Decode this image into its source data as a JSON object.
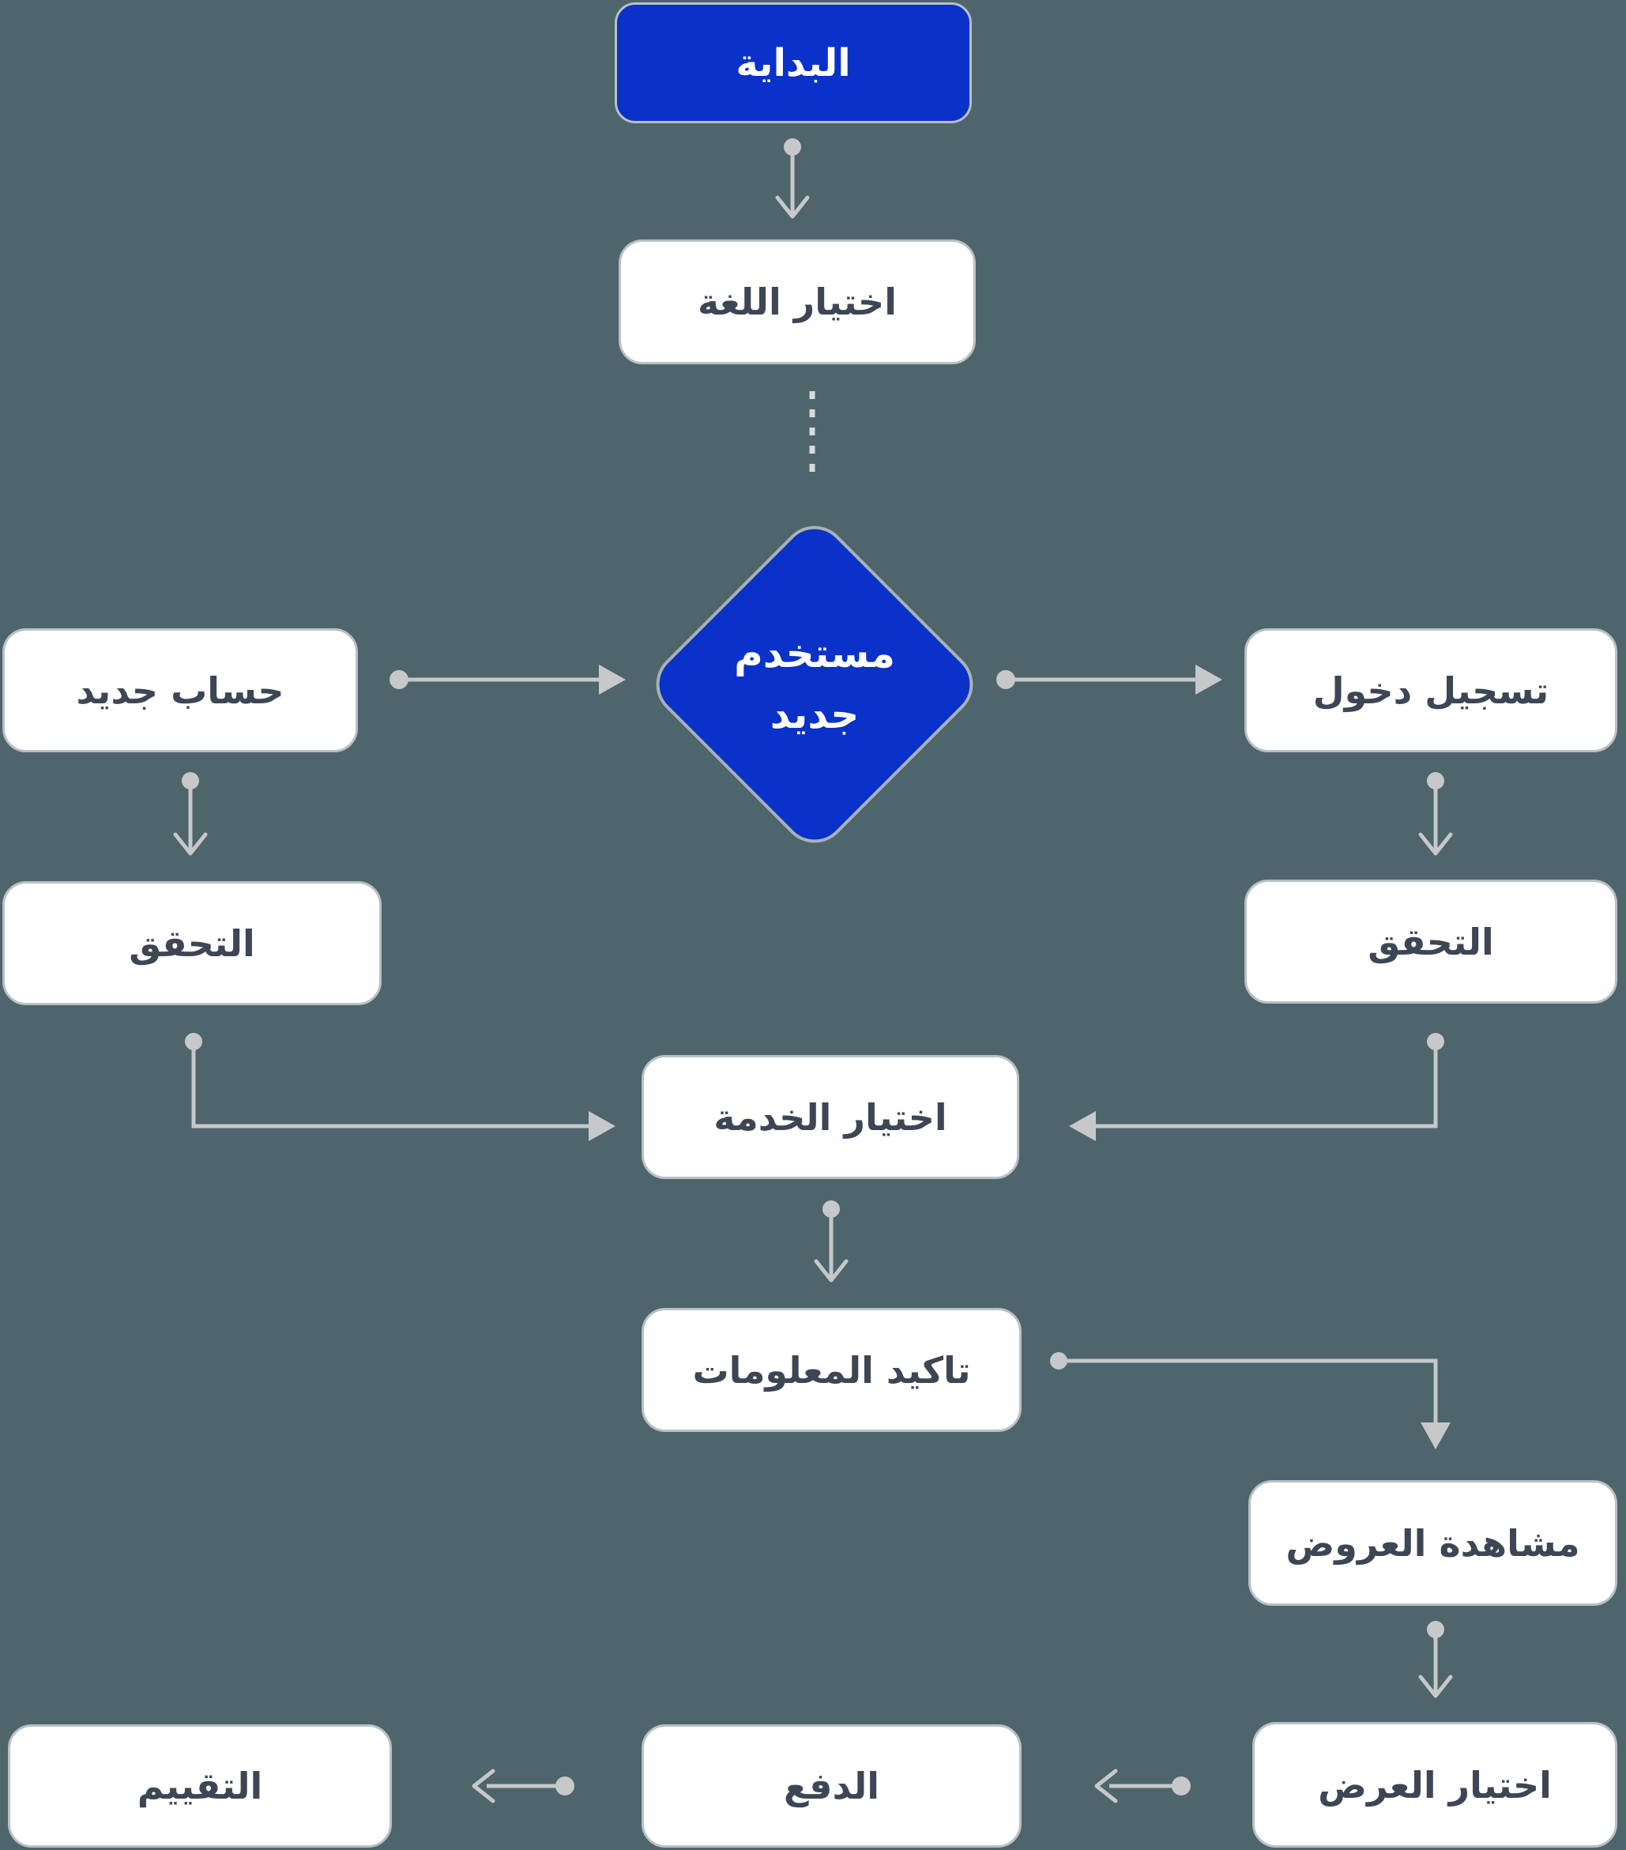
{
  "flowchart": {
    "title": "user-journey-flowchart",
    "nodes": {
      "start": {
        "label": "البداية"
      },
      "choose_language": {
        "label": "اختيار اللغة"
      },
      "new_user_decision": {
        "label_line1": "مستخدم",
        "label_line2": "جديد"
      },
      "new_account": {
        "label": "حساب جديد"
      },
      "login": {
        "label": "تسجيل دخول"
      },
      "verify_left": {
        "label": "التحقق"
      },
      "verify_right": {
        "label": "التحقق"
      },
      "choose_service": {
        "label": "اختيار الخدمة"
      },
      "confirm_info": {
        "label": "تاكيد المعلومات"
      },
      "view_offers": {
        "label": "مشاهدة العروض"
      },
      "choose_offer": {
        "label": "اختيار العرض"
      },
      "payment": {
        "label": "الدفع"
      },
      "rating": {
        "label": "التقييم"
      }
    },
    "colors": {
      "background": "#4d656b",
      "node_blue": "#0a32c8",
      "node_white": "#ffffff",
      "node_border": "#b9c0c6",
      "text_dark": "#3d4654",
      "text_light": "#ffffff",
      "connector_gray": "#c6c8ca",
      "dashed_line": "#d8dbdd"
    }
  }
}
